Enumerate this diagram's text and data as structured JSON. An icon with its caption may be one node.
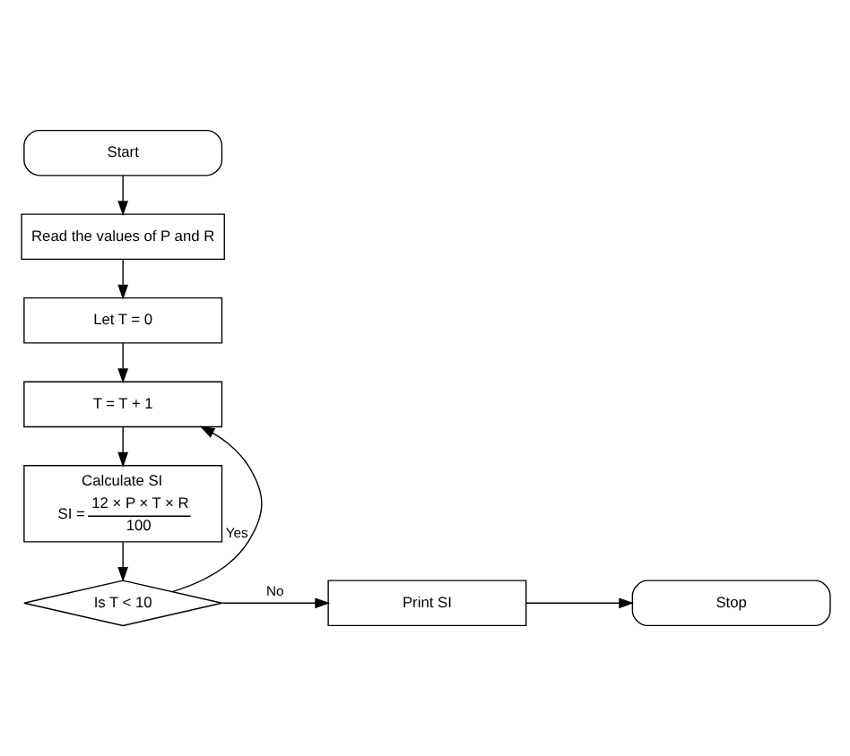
{
  "diagram": {
    "nodes": [
      {
        "text": [
          "Start"
        ]
      },
      {
        "text": [
          "Read the values of P and R"
        ]
      },
      {
        "text": [
          "Let T = 0"
        ]
      },
      {
        "text": [
          "T = T + 1"
        ]
      },
      {
        "text": [
          "Calculate SI",
          "SI =",
          "12 × P × T × R",
          "100"
        ]
      },
      {
        "text": [
          "Is T < 10"
        ]
      },
      {
        "text": [
          "Print SI"
        ]
      },
      {
        "text": [
          "Stop"
        ]
      }
    ],
    "edges": [
      {
        "from": 0,
        "to": 1,
        "arrow": "to"
      },
      {
        "from": 1,
        "to": 2,
        "arrow": "to"
      },
      {
        "from": 2,
        "to": 3,
        "arrow": "to"
      },
      {
        "from": 3,
        "to": 4,
        "arrow": "to"
      },
      {
        "from": 4,
        "to": 5,
        "arrow": "to"
      },
      {
        "from": 5,
        "to": 3,
        "arrow": "to",
        "label": "Yes"
      },
      {
        "from": 5,
        "to": 6,
        "arrow": "to",
        "label": "No"
      },
      {
        "from": 6,
        "to": 7,
        "arrow": "to"
      }
    ]
  }
}
